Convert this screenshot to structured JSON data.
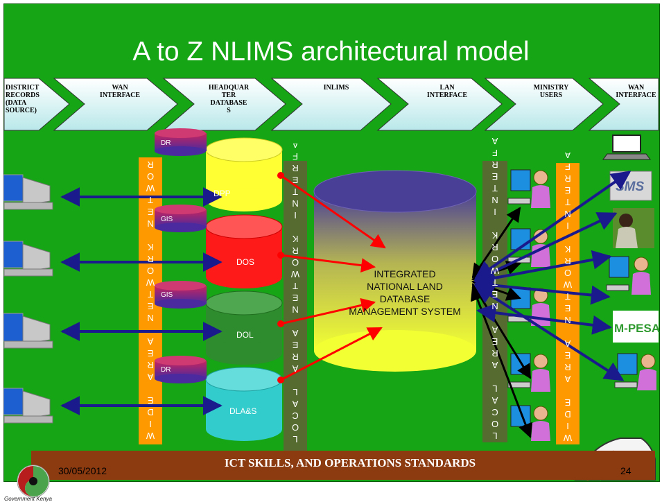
{
  "title": "A to Z NLIMS architectural model",
  "header": {
    "stages": [
      {
        "label": "DISTRICT\nRECORDS\n(DATA\nSOURCE)"
      },
      {
        "label": "WAN\nINTERFACE"
      },
      {
        "label": "HEADQUAR\nTER\nDATABASE\nS"
      },
      {
        "label": "INLIMS"
      },
      {
        "label": "LAN\nINTERFACE"
      },
      {
        "label": "MINISTRY\nUSERS"
      },
      {
        "label": "WAN\nINTERFACE"
      }
    ]
  },
  "small_databases": [
    {
      "label": "DR"
    },
    {
      "label": "GIS"
    },
    {
      "label": "GIS"
    },
    {
      "label": "DR"
    }
  ],
  "databases": [
    {
      "label": "DPP",
      "color": "#ffff33"
    },
    {
      "label": "DOS",
      "color": "#ff1a1a"
    },
    {
      "label": "DOL",
      "color": "#2e8b2e"
    },
    {
      "label": "DLA&S",
      "color": "#33cccc"
    }
  ],
  "bars": {
    "wan_left": "W\nI\nD\nE\n \nA\nR\nE\nA\n \nN\nE\nT\nW\nO\nR\nK\n \nN\nE\nT\nW\nO\nR\nK\n \nA\nR\nE\nA",
    "local_left": "L\nO\nC\nA\nL\n \nA\nR\nE\nA\n \nN\nE\nT\nW\nO\nR\nK\n \nI\nN\nT\nE\nR\nF\nA",
    "local_right": "L\nO\nC\nA\nL\n \nA\nR\nE\nA\n \nN\nE\nT\nW\nO\nR\nK\n \nI\nN\nT\nE\nR\nF\nA",
    "wan_right": "W\nI\nD\nE\n \nA\nR\nE\nA\n \nN\nE\nT\nW\nO\nR\nK\n \nI\nN\nT\nE\nR\nF\nA"
  },
  "central_db": {
    "label": "INTEGRATED\nNATIONAL LAND\nDATABASE\nMANAGEMENT SYSTEM"
  },
  "icons": {
    "sms": "SMS",
    "mpesa": "M-PESA",
    "laptop": "laptop-icon",
    "farmer_photo": "person-photo-icon"
  },
  "footer": {
    "title": "ICT  SKILLS, AND  OPERATIONS STANDARDS",
    "date": "30/05/2012",
    "page": "24",
    "logo_text": "Government Kenya"
  },
  "colors": {
    "background": "#15a515",
    "bar_orange": "#ff9900",
    "bar_olive": "#556b2f",
    "footer": "#8c3a10",
    "arrow_blue": "#1a1a8c",
    "arrow_red": "#ff0000"
  }
}
